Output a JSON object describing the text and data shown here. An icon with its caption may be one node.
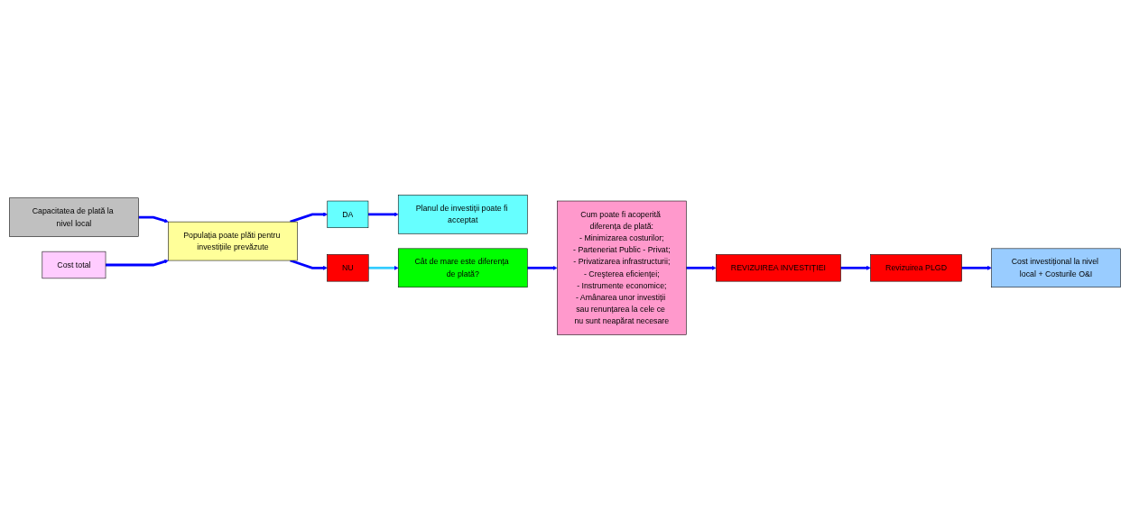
{
  "diagram": {
    "nodes": [
      {
        "text": [
          "Cost investițional la nivel local + Costurile O&I"
        ]
      },
      {
        "text": [
          "Cost total"
        ]
      },
      {
        "text": [
          "Revizuirea PLGD"
        ]
      },
      {
        "text": [
          "Capacitatea de plată la nivel local"
        ]
      },
      {
        "text": [
          "REVIZUIREA INVESTIȚIEI"
        ]
      },
      {
        "text": [
          "Cum poate fi acoperită diferența de plată:",
          "- Minimizarea costurilor;",
          "- Parteneriat Public - Privat;",
          "- Privatizarea infrastructurii;",
          "- Creşterea eficienței;",
          "- Instrumente economice;",
          "- Amânarea unor investiții sau renunțarea la cele ce nu sunt neapărat necesare"
        ]
      },
      {
        "text": [
          "Populația poate plăti pentru investițiile prevăzute"
        ]
      },
      {
        "text": [
          "DA"
        ]
      },
      {
        "text": [
          "NU"
        ]
      },
      {
        "text": [
          "Planul de investiții poate fi acceptat"
        ]
      },
      {
        "text": [
          "Cât de mare este diferența de plată?"
        ]
      }
    ],
    "edges": [
      {
        "from": 3,
        "to": 6,
        "arrow": "to"
      },
      {
        "from": 1,
        "to": 6,
        "arrow": "to"
      },
      {
        "from": 6,
        "to": 7,
        "arrow": "to"
      },
      {
        "from": 6,
        "to": 8,
        "arrow": "to"
      },
      {
        "from": 7,
        "to": 9,
        "arrow": "to"
      },
      {
        "from": 8,
        "to": 10,
        "arrow": "to",
        "color": "#33ccff"
      },
      {
        "from": 10,
        "to": 5,
        "arrow": "to"
      },
      {
        "from": 5,
        "to": 4,
        "arrow": "to"
      },
      {
        "from": 4,
        "to": 2,
        "arrow": "to"
      },
      {
        "from": 2,
        "to": 0,
        "arrow": "to"
      }
    ]
  }
}
